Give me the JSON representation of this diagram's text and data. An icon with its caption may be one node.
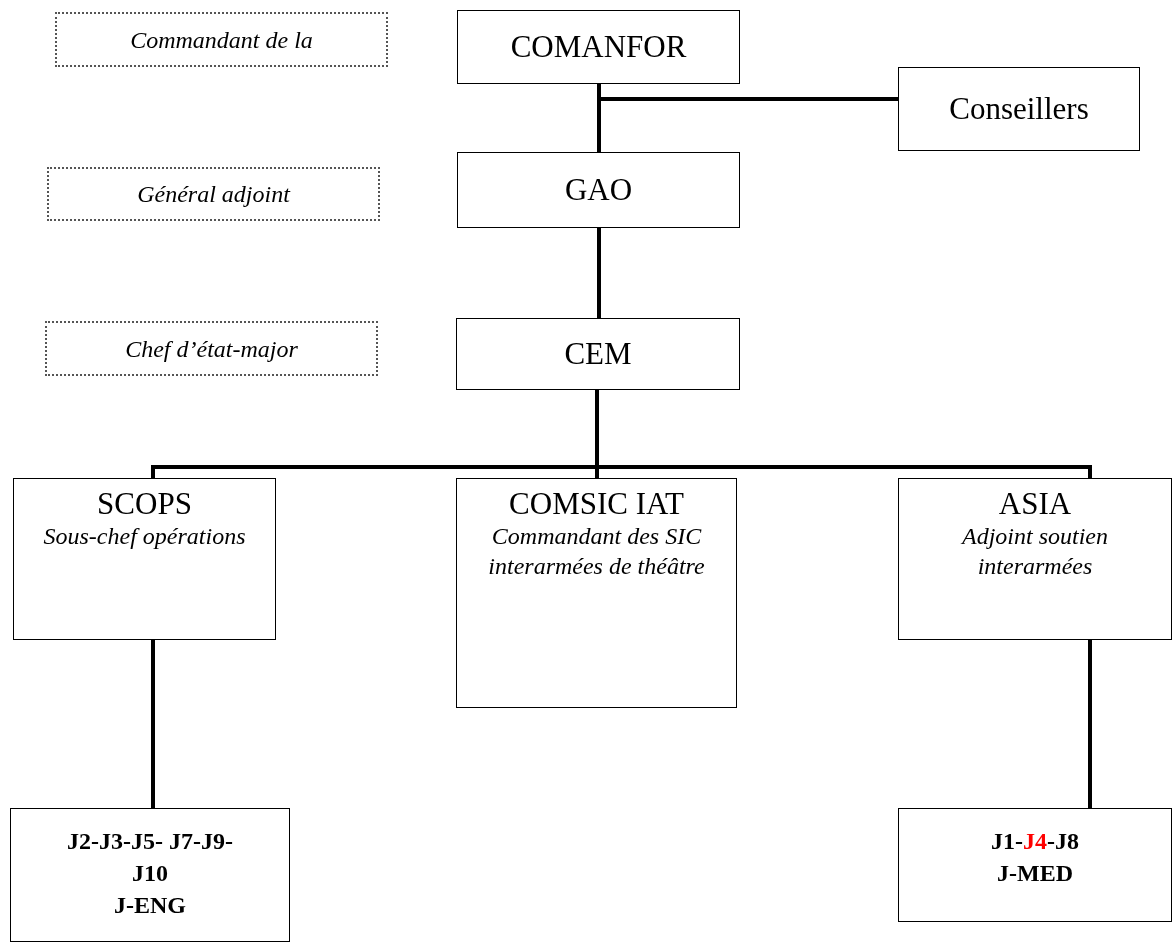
{
  "diagram": {
    "nodes": [
      {
        "text": [
          "Commandant de la"
        ]
      },
      {
        "text": [
          "COMANFOR"
        ]
      },
      {
        "text": [
          "Conseillers"
        ]
      },
      {
        "text": [
          "Général adjoint"
        ]
      },
      {
        "text": [
          "GAO"
        ]
      },
      {
        "text": [
          "Chef d’état-major"
        ]
      },
      {
        "text": [
          "CEM"
        ]
      },
      {
        "text": [
          "SCOPS",
          "Sous-chef opérations"
        ]
      },
      {
        "text": [
          "COMSIC IAT",
          "Commandant des SIC interarmées de théâtre"
        ]
      },
      {
        "text": [
          "ASIA",
          "Adjoint  soutien interarmées"
        ]
      },
      {
        "text": [
          "J2-J3-J5- J7-J9-J10",
          "J-ENG"
        ]
      },
      {
        "text": [
          "J1-J4-J8",
          "J-MED"
        ]
      }
    ],
    "edges": [
      {
        "from": 1,
        "to": 4,
        "arrow": "none"
      },
      {
        "from": 2,
        "to": 1,
        "arrow": "none"
      },
      {
        "from": 4,
        "to": 6,
        "arrow": "none"
      },
      {
        "from": 6,
        "to": 7,
        "arrow": "none"
      },
      {
        "from": 6,
        "to": 8,
        "arrow": "none"
      },
      {
        "from": 6,
        "to": 9,
        "arrow": "none"
      },
      {
        "from": 7,
        "to": 10,
        "arrow": "none"
      },
      {
        "from": 9,
        "to": 11,
        "arrow": "none"
      }
    ]
  }
}
